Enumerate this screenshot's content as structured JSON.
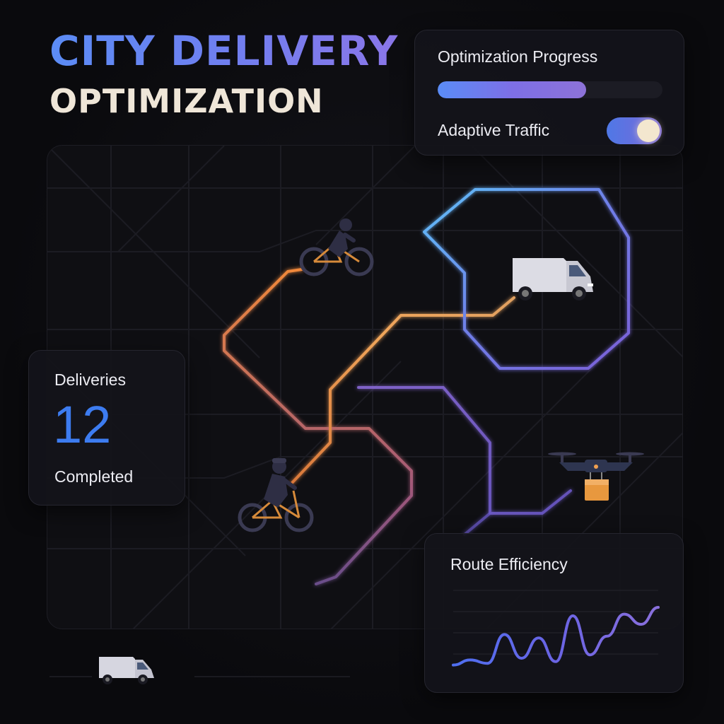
{
  "title": {
    "line1": "CITY DELIVERY",
    "line2": "OPTIMIZATION"
  },
  "progress_card": {
    "label": "Optimization Progress",
    "progress": 0.66,
    "toggle_label": "Adaptive Traffic",
    "toggle_on": true
  },
  "deliveries_card": {
    "label": "Deliveries",
    "count": "12",
    "sub_label": "Completed"
  },
  "efficiency_card": {
    "label": "Route Efficiency",
    "chart_data": {
      "type": "line",
      "series": [
        {
          "values": [
            12,
            18,
            14,
            48,
            20,
            44,
            16,
            70,
            24,
            46,
            72,
            60,
            80
          ]
        }
      ],
      "ylim": [
        0,
        100
      ]
    }
  },
  "map": {
    "vehicles": [
      "bicycle-courier-icon",
      "bicycle-courier-icon",
      "delivery-van-icon",
      "delivery-drone-icon",
      "delivery-van-icon"
    ]
  },
  "colors": {
    "accent_blue": "#3d7cf0",
    "route_orange": "#f0883a",
    "route_purple": "#7b5fd6",
    "route_blue": "#5ab4f5"
  }
}
